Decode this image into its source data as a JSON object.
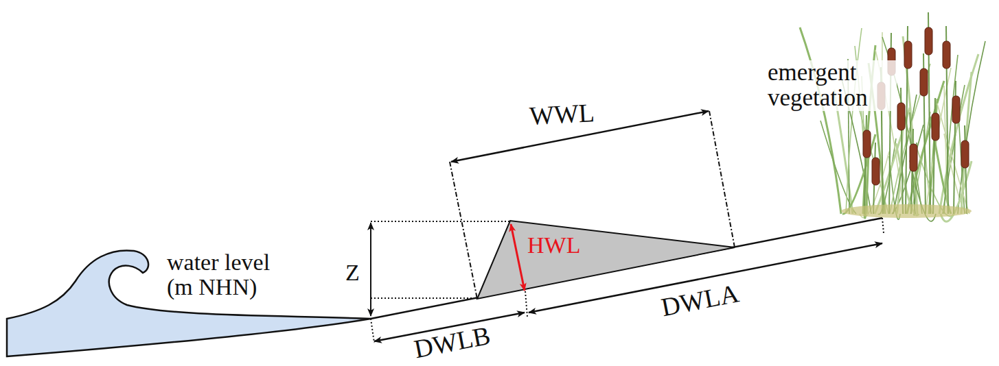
{
  "diagram": {
    "labels": [
      "WWL",
      "emergent vegetation",
      "Z",
      "HWL",
      "water level (m NHN)",
      "DWLA",
      "DWLB"
    ]
  }
}
